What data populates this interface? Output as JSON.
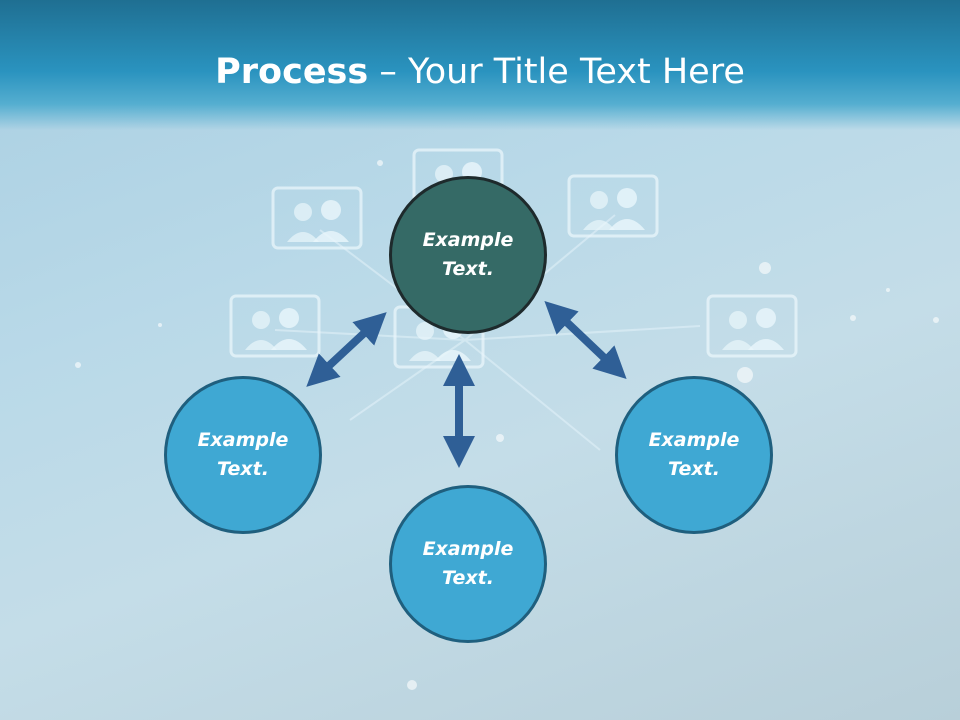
{
  "slide": {
    "title_bold": "Process",
    "title_rest": " – Your Title Text Here"
  },
  "nodes": {
    "center": "Example Text.",
    "left": "Example Text.",
    "right": "Example Text.",
    "bottom": "Example Text."
  },
  "colors": {
    "header": "#2a93bf",
    "center_circle": "#356a66",
    "outer_circle": "#3fa8d3",
    "arrow": "#2f5f96"
  },
  "icons": [
    "people-icon"
  ]
}
